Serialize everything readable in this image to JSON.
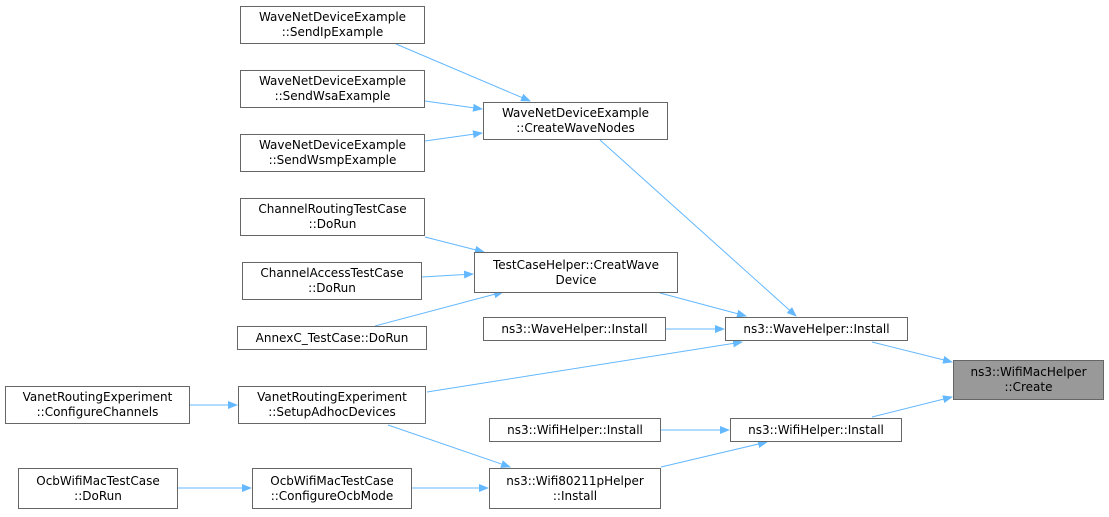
{
  "graph": {
    "colors": {
      "edge": "#63b8ff",
      "node_border": "#666666",
      "focus_fill": "#999999",
      "node_fill": "#ffffff"
    },
    "nodes": {
      "send_ip": {
        "lines": [
          "WaveNetDeviceExample",
          "::SendIpExample"
        ]
      },
      "send_wsa": {
        "lines": [
          "WaveNetDeviceExample",
          "::SendWsaExample"
        ]
      },
      "send_wsmp": {
        "lines": [
          "WaveNetDeviceExample",
          "::SendWsmpExample"
        ]
      },
      "create_wave_nodes": {
        "lines": [
          "WaveNetDeviceExample",
          "::CreateWaveNodes"
        ]
      },
      "channel_routing": {
        "lines": [
          "ChannelRoutingTestCase",
          "::DoRun"
        ]
      },
      "channel_access": {
        "lines": [
          "ChannelAccessTestCase",
          "::DoRun"
        ]
      },
      "annexc": {
        "lines": [
          "AnnexC_TestCase::DoRun"
        ]
      },
      "creat_wave_device": {
        "lines": [
          "TestCaseHelper::CreatWave",
          "Device"
        ]
      },
      "wavehelper_install_left": {
        "lines": [
          "ns3::WaveHelper::Install"
        ]
      },
      "wavehelper_install_right": {
        "lines": [
          "ns3::WaveHelper::Install"
        ]
      },
      "vanet_configure": {
        "lines": [
          "VanetRoutingExperiment",
          "::ConfigureChannels"
        ]
      },
      "vanet_setup": {
        "lines": [
          "VanetRoutingExperiment",
          "::SetupAdhocDevices"
        ]
      },
      "wifihelper_install_left": {
        "lines": [
          "ns3::WifiHelper::Install"
        ]
      },
      "wifihelper_install_right": {
        "lines": [
          "ns3::WifiHelper::Install"
        ]
      },
      "ocb_dorun": {
        "lines": [
          "OcbWifiMacTestCase",
          "::DoRun"
        ]
      },
      "ocb_configure": {
        "lines": [
          "OcbWifiMacTestCase",
          "::ConfigureOcbMode"
        ]
      },
      "wifi80211p_install": {
        "lines": [
          "ns3::Wifi80211pHelper",
          "::Install"
        ]
      },
      "wifimachelper_create": {
        "lines": [
          "ns3::WifiMacHelper",
          "::Create"
        ]
      }
    }
  }
}
